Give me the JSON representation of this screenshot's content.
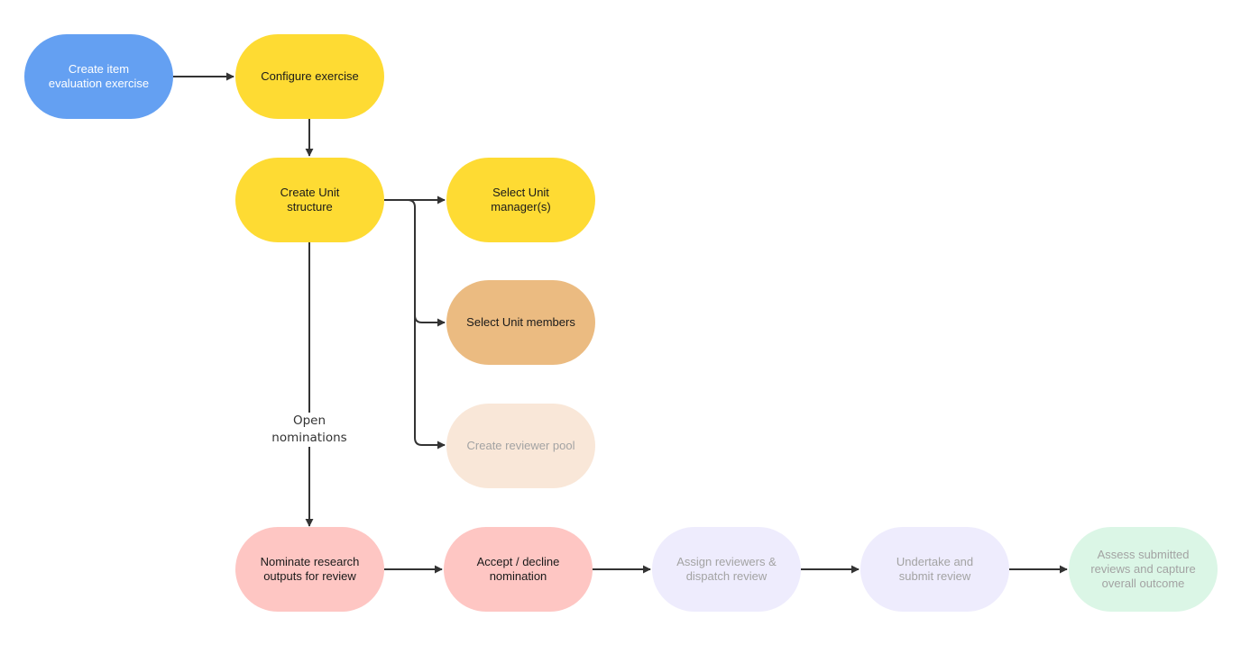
{
  "colors": {
    "blue": "#64a0f2",
    "yellow": "#fedb33",
    "orange": "#ebbb81",
    "peach_light": "#f9e7d8",
    "pink": "#fec6c3",
    "lavender_light": "#eeecfd",
    "mint_light": "#dbf6e6",
    "arrow": "#333333",
    "text_dark": "#1a1a1a",
    "text_white": "#ffffff",
    "text_muted": "#a3a3a3"
  },
  "nodes": {
    "create_exercise": "Create item\nevaluation exercise",
    "configure_exercise": "Configure exercise",
    "create_unit_structure": "Create Unit\nstructure",
    "select_unit_managers": "Select Unit\nmanager(s)",
    "select_unit_members": "Select Unit members",
    "create_reviewer_pool": "Create reviewer pool",
    "nominate_outputs": "Nominate research\noutputs for review",
    "accept_decline": "Accept / decline\nnomination",
    "assign_reviewers": "Assign reviewers &\ndispatch review",
    "undertake_review": "Undertake and\nsubmit review",
    "assess_reviews": "Assess submitted\nreviews and capture\noverall outcome"
  },
  "edge_labels": {
    "open_nominations": "Open\nnominations"
  }
}
